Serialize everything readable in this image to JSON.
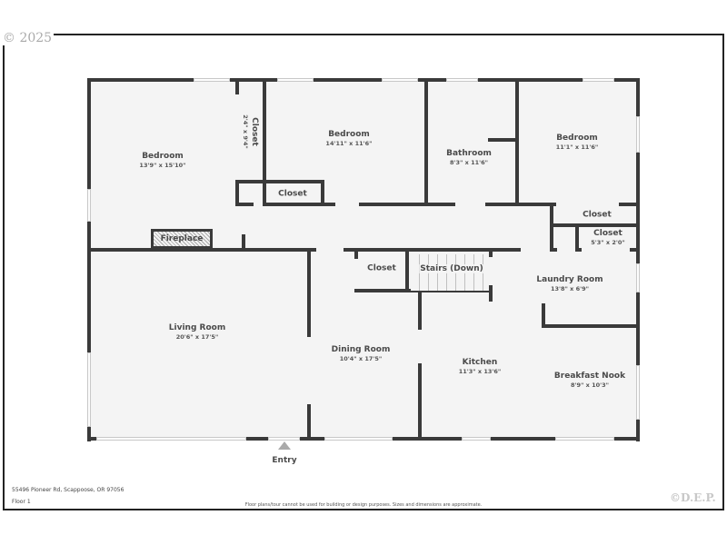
{
  "header": {
    "copyright": "© 2025"
  },
  "rooms": [
    {
      "id": "bedroom-1",
      "name": "Bedroom",
      "dimensions": "13'9\" x 15'10\""
    },
    {
      "id": "closet-1",
      "name": "Closet",
      "dimensions": "2'4\" x 9'4\""
    },
    {
      "id": "bedroom-2",
      "name": "Bedroom",
      "dimensions": "14'11\" x 11'6\""
    },
    {
      "id": "closet-2",
      "name": "Closet",
      "dimensions": ""
    },
    {
      "id": "bathroom",
      "name": "Bathroom",
      "dimensions": "8'3\" x 11'6\""
    },
    {
      "id": "bedroom-3",
      "name": "Bedroom",
      "dimensions": "11'1\" x 11'6\""
    },
    {
      "id": "closet-3",
      "name": "Closet",
      "dimensions": ""
    },
    {
      "id": "closet-4",
      "name": "Closet",
      "dimensions": "5'3\" x 2'0\""
    },
    {
      "id": "fireplace",
      "name": "Fireplace",
      "dimensions": ""
    },
    {
      "id": "closet-5",
      "name": "Closet",
      "dimensions": ""
    },
    {
      "id": "stairs",
      "name": "Stairs (Down)",
      "dimensions": ""
    },
    {
      "id": "laundry-room",
      "name": "Laundry Room",
      "dimensions": "13'8\" x 6'9\""
    },
    {
      "id": "living-room",
      "name": "Living Room",
      "dimensions": "20'6\" x 17'5\""
    },
    {
      "id": "dining-room",
      "name": "Dining Room",
      "dimensions": "10'4\" x 17'5\""
    },
    {
      "id": "kitchen",
      "name": "Kitchen",
      "dimensions": "11'3\" x 13'6\""
    },
    {
      "id": "breakfast-nook",
      "name": "Breakfast Nook",
      "dimensions": "8'9\" x 10'3\""
    }
  ],
  "entry": {
    "label": "Entry"
  },
  "footer": {
    "address": "55496 Pioneer Rd, Scappoose, OR 97056",
    "floor": "Floor 1",
    "disclaimer": "Floor plans/tour cannot be used for building or design purposes. Sizes and dimensions are approximate.",
    "watermark": "©D.E.P."
  },
  "colors": {
    "wall": "#3a3a3a",
    "floor": "#f4f4f4",
    "text": "#4a4a4a",
    "watermark": "#c8c8c8"
  }
}
